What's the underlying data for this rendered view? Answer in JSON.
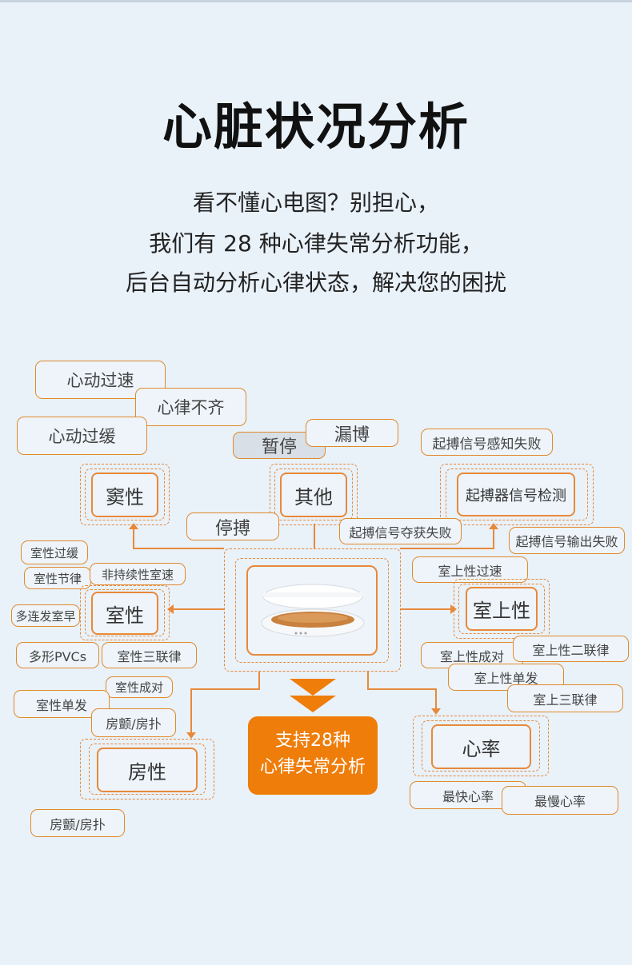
{
  "title": "心脏状况分析",
  "subtitle_lines": [
    "看不懂心电图？别担心，",
    "我们有 28 种心律失常分析功能，",
    "后台自动分析心律状态，解决您的困扰"
  ],
  "badge": [
    "支持28种",
    "心律失常分析"
  ],
  "categories": {
    "sinus": "窦性",
    "other": "其他",
    "pacer": "起搏器信号检测",
    "ventricular": "室性",
    "supraventricular": "室上性",
    "atrial": "房性",
    "heart_rate": "心率"
  },
  "labels": {
    "tachy": "心动过速",
    "arrhythmia": "心律不齐",
    "brady": "心动过缓",
    "pause": "暂停",
    "missed_beat": "漏博",
    "arrest": "停搏",
    "pace_sense_fail": "起搏信号感知失败",
    "pace_capture_fail": "起搏信号夺获失败",
    "pace_output_fail": "起搏信号输出失败",
    "v_brady": "室性过缓",
    "v_rhythm": "室性节律",
    "nonsustained_vt": "非持续性室速",
    "multi_pvc": "多连发室早",
    "poly_pvc": "多形PVCs",
    "v_trigeminy": "室性三联律",
    "v_couplet": "室性成对",
    "v_single": "室性单发",
    "af_1": "房颤/房扑",
    "af_2": "房颤/房扑",
    "sv_tachy": "室上性过速",
    "sv_couplet": "室上性成对",
    "sv_bigeminy": "室上性二联律",
    "sv_single": "室上性单发",
    "sv_trigeminy": "室上三联律",
    "hr_max": "最快心率",
    "hr_min": "最慢心率"
  },
  "colors": {
    "accent": "#ef7d0a",
    "line": "#e8893a",
    "background": "#e9f1f9"
  }
}
